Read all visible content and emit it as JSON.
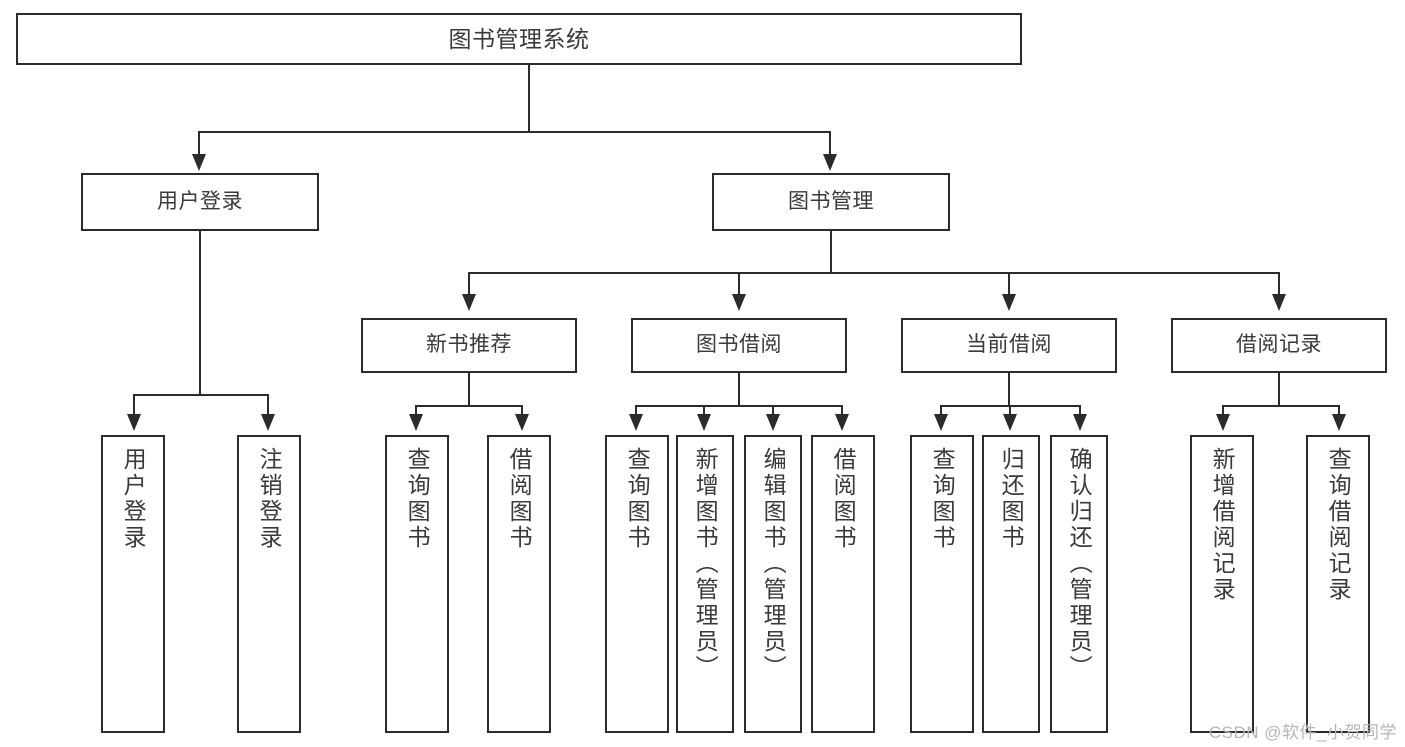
{
  "diagram": {
    "title": "图书管理系统",
    "root": {
      "label": "图书管理系统"
    },
    "level2": [
      {
        "label": "用户登录"
      },
      {
        "label": "图书管理"
      }
    ],
    "level3": [
      {
        "label": "新书推荐"
      },
      {
        "label": "图书借阅"
      },
      {
        "label": "当前借阅"
      },
      {
        "label": "借阅记录"
      }
    ],
    "leaves": [
      {
        "label": "用户登录",
        "group": "用户登录"
      },
      {
        "label": "注销登录",
        "group": "用户登录"
      },
      {
        "label": "查询图书",
        "group": "新书推荐"
      },
      {
        "label": "借阅图书",
        "group": "新书推荐"
      },
      {
        "label": "查询图书",
        "group": "图书借阅"
      },
      {
        "label": "新增图书（管理员）",
        "group": "图书借阅"
      },
      {
        "label": "编辑图书（管理员）",
        "group": "图书借阅"
      },
      {
        "label": "借阅图书",
        "group": "图书借阅"
      },
      {
        "label": "查询图书",
        "group": "当前借阅"
      },
      {
        "label": "归还图书",
        "group": "当前借阅"
      },
      {
        "label": "确认归还（管理员）",
        "group": "当前借阅"
      },
      {
        "label": "新增借阅记录",
        "group": "借阅记录"
      },
      {
        "label": "查询借阅记录",
        "group": "借阅记录"
      }
    ]
  },
  "watermark": {
    "text": "CSDN @软件_小贺同学"
  },
  "colors": {
    "background": "#ffffff",
    "box_border": "#2b2b2b",
    "text": "#3a3a3a",
    "connector": "#2b2b2b",
    "watermark": "#b6b6b6"
  }
}
